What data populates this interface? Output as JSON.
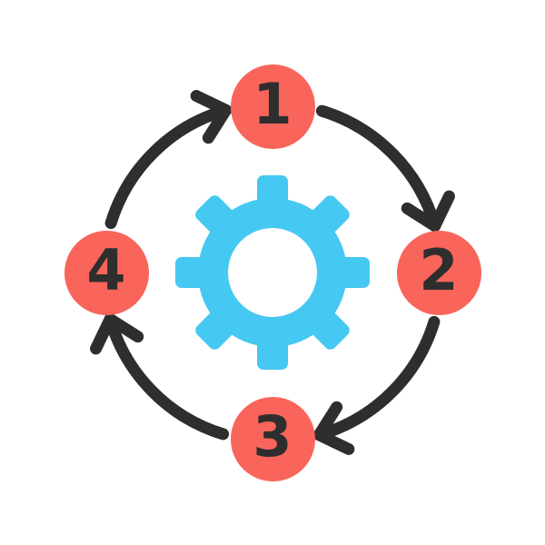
{
  "diagram": {
    "type": "cycle",
    "direction": "clockwise",
    "center_icon": "gear-icon",
    "steps": [
      {
        "label": "1",
        "position": "top"
      },
      {
        "label": "2",
        "position": "right"
      },
      {
        "label": "3",
        "position": "bottom"
      },
      {
        "label": "4",
        "position": "left"
      }
    ],
    "arrows": [
      {
        "from": "1",
        "to": "2"
      },
      {
        "from": "2",
        "to": "3"
      },
      {
        "from": "3",
        "to": "4"
      },
      {
        "from": "4",
        "to": "1"
      }
    ]
  },
  "colors": {
    "step": "#F9655B",
    "gear": "#45C8F1",
    "arrow": "#2E2E2E",
    "number": "#2E2E2E",
    "background": "#FFFFFF"
  }
}
